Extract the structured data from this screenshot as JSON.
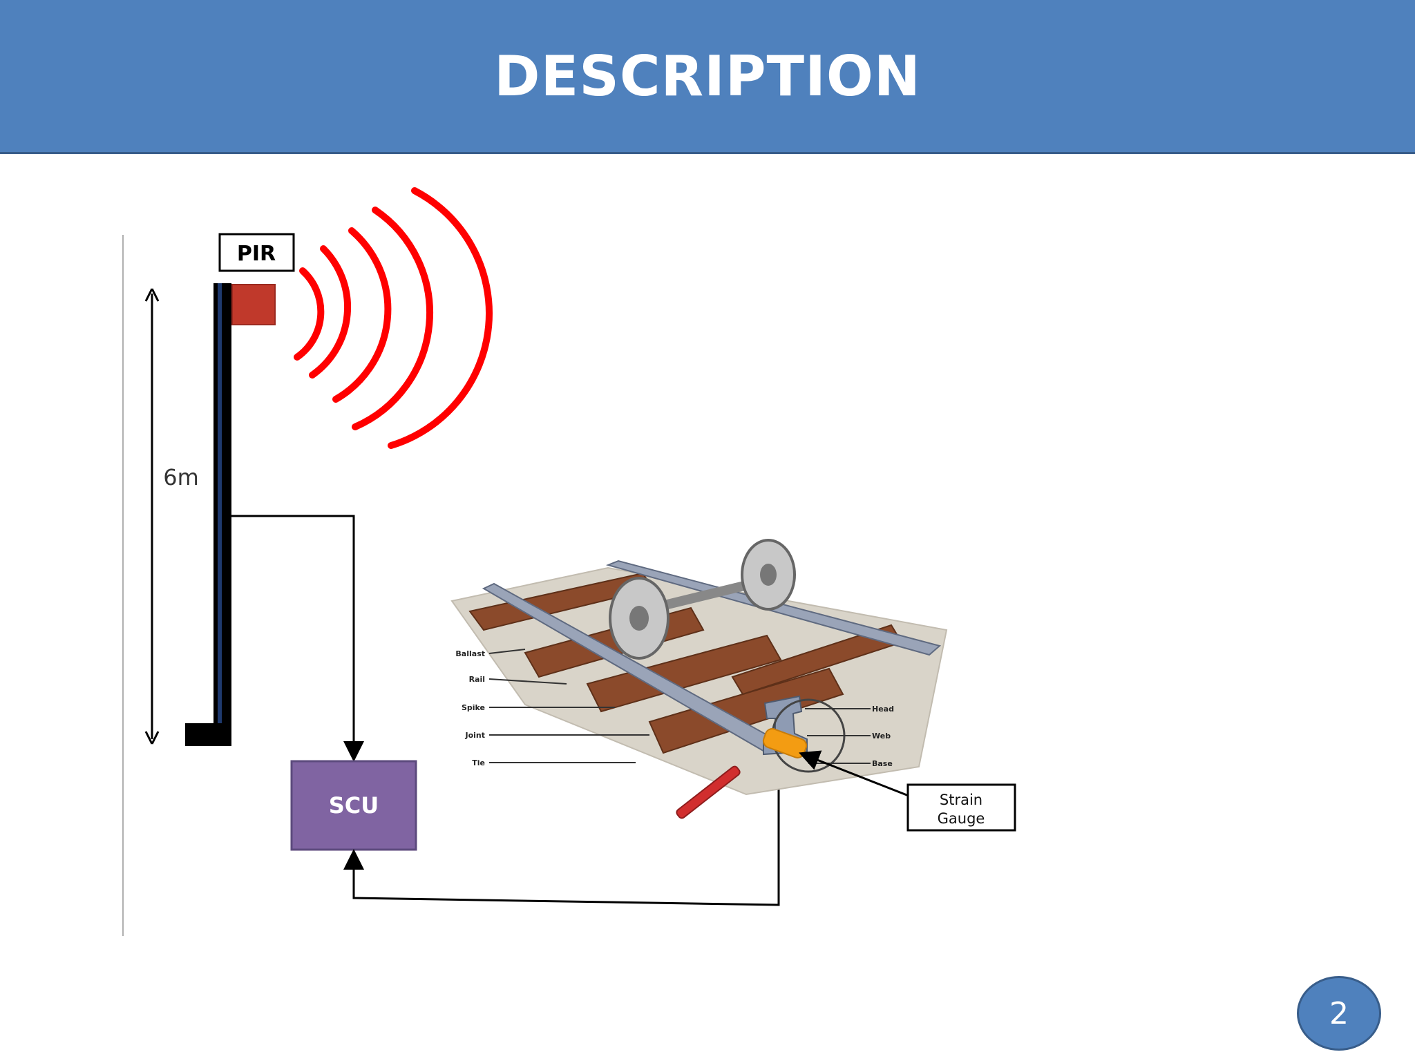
{
  "slide": {
    "title": "DESCRIPTION",
    "page_number": "2"
  },
  "diagram": {
    "pir_label": "PIR",
    "height_label": "6m",
    "scu_label": "SCU",
    "strain_gauge_label_line1": "Strain",
    "strain_gauge_label_line2": "Gauge",
    "track_labels_left": [
      "Ballast",
      "Rail",
      "Spike",
      "Joint",
      "Tie"
    ],
    "track_labels_right": [
      "Head",
      "Web",
      "Base"
    ]
  },
  "colors": {
    "header": "#4f81bd",
    "sensor_red": "#c0392b",
    "waves_red": "#ff0000",
    "scu_purple": "#8064a2",
    "tie_brown": "#8b4a2b",
    "rail_steel": "#9aa4b8"
  }
}
